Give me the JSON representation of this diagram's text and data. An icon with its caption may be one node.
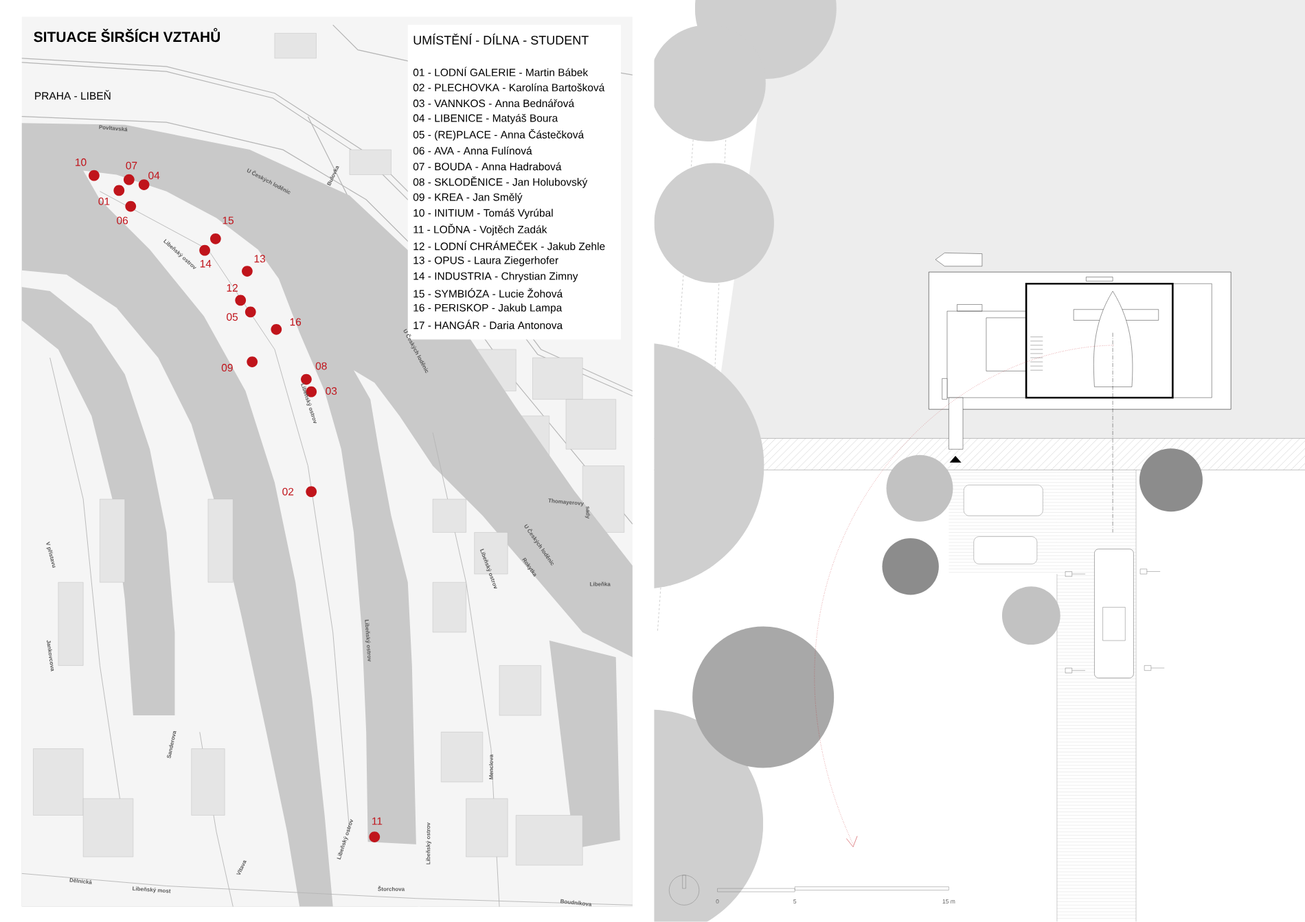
{
  "diagram": {
    "title": "SITUACE ŠIRŠÍCH VZTAHŮ",
    "labels": [
      "PRAHA - LIBEŇ",
      "UMÍSTĚNÍ - DÍLNA - STUDENT",
      "01 - LODNÍ GALERIE - Martin Bábek",
      "02 - PLECHOVKA - Karolína Bartošková",
      "03 - VANNKOS - Anna Bednářová",
      "04 - LIBENICE - Matyáš Boura",
      "05 - (RE)PLACE - Anna Částečková",
      "06 - AVA - Anna Fulínová",
      "07 - BOUDA - Anna Hadrabová",
      "08 - SKLODĚNICE - Jan Holubovský",
      "09 - KREA - Jan Smělý",
      "10 - INITIUM - Tomáš Vyrúbal",
      "11 - LOĎNA - Vojtěch Zadák",
      "12 - LODNÍ CHRÁMEČEK - Jakub Zehle",
      "13 - OPUS - Laura Ziegerhofer",
      "14 - INDUSTRIA - Chrystian Zimny",
      "15 - SYMBIÓZA - Lucie Žohová",
      "16 - PERISKOP - Jakub Lampa",
      "17 - HANGÁR - Daria Antonova",
      "10",
      "07",
      "04",
      "01",
      "06",
      "15",
      "14",
      "13",
      "12",
      "05",
      "16",
      "09",
      "08",
      "03",
      "02",
      "11",
      "Povltavská",
      "U Českých loděnic",
      "Bulovka",
      "Libeňský ostrov",
      "Libeňský ostrov",
      "U Českých loděnic",
      "Libeňský ostrov",
      "Libeňský ostrov",
      "U Českých loděnic",
      "Thomayerovy",
      "sady",
      "Rokytka",
      "Libeňka",
      "V přístavu",
      "Jankovcova",
      "Sanderova",
      "Libeňský ostrov",
      "Libeňský ostrov",
      "Menclova",
      "Vltava",
      "Dělnická",
      "Libeňský most",
      "Štorchova",
      "Boudníkova",
      "0",
      "5",
      "15 m"
    ]
  }
}
